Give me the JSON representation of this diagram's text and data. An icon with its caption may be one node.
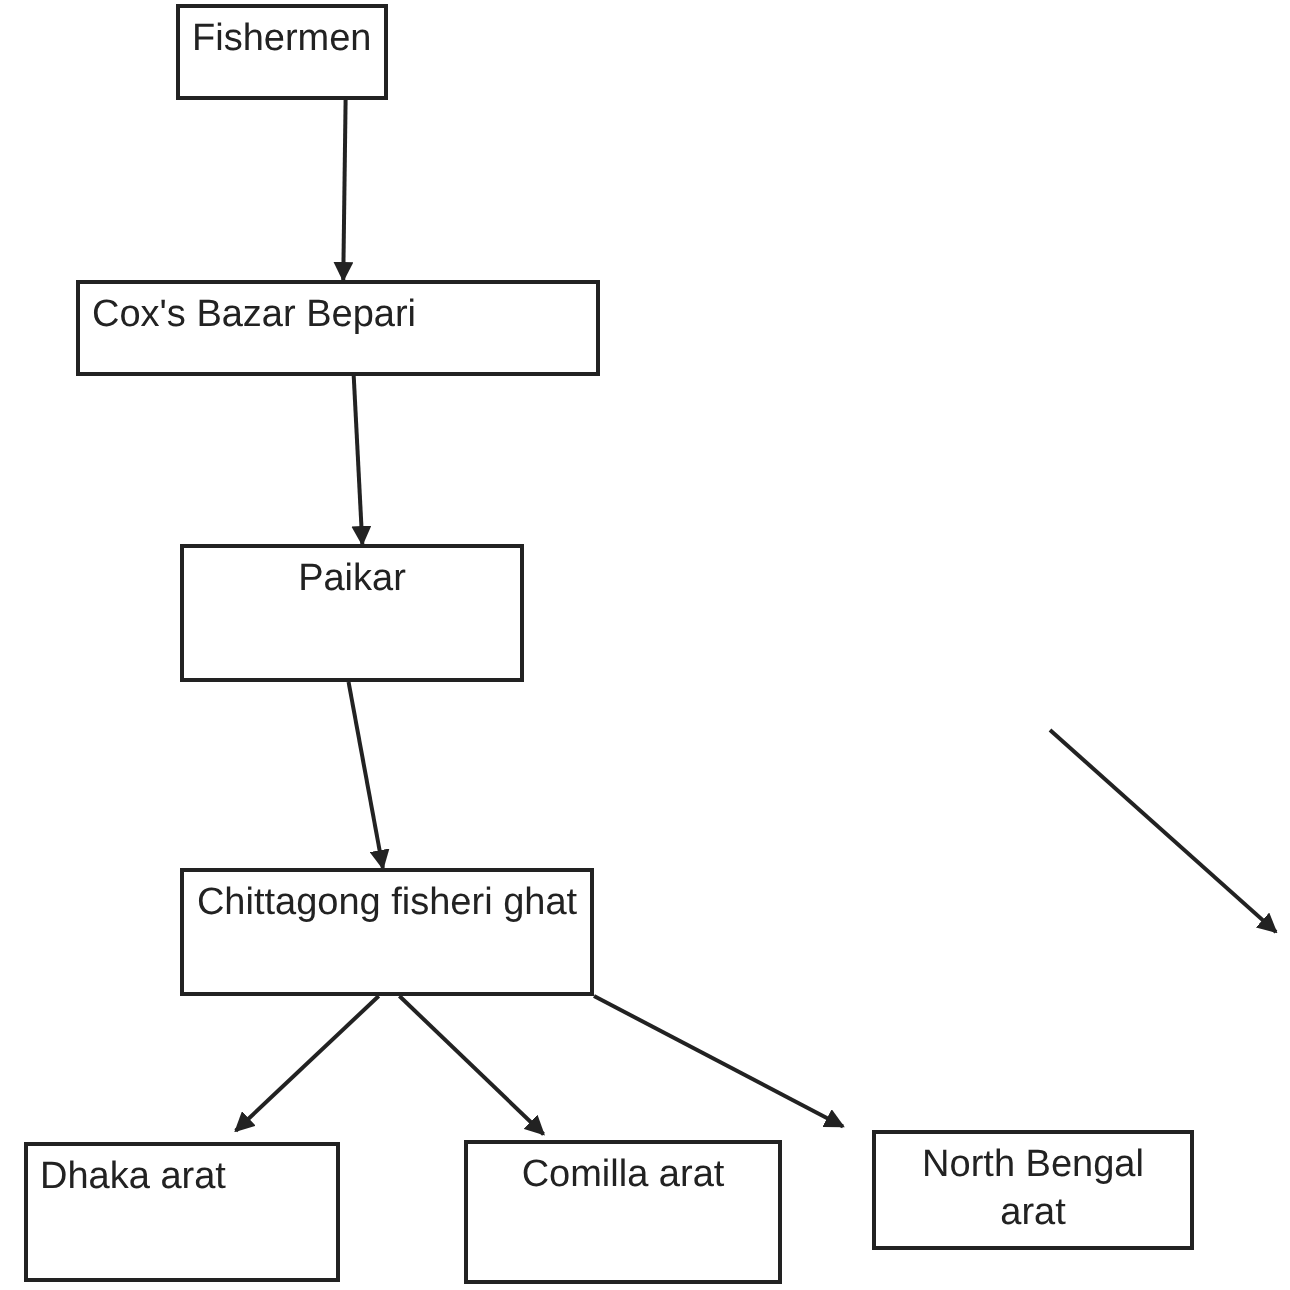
{
  "diagram": {
    "nodes": [
      {
        "text": [
          "Fishermen"
        ]
      },
      {
        "text": [
          "Cox's Bazar Bepari"
        ]
      },
      {
        "text": [
          "Paikar"
        ]
      },
      {
        "text": [
          "Chittagong fisheri ghat"
        ]
      },
      {
        "text": [
          "Dhaka arat"
        ]
      },
      {
        "text": [
          "Comilla arat"
        ]
      },
      {
        "text": [
          "North Bengal arat"
        ]
      }
    ],
    "edges": [
      {
        "from": 0,
        "to": 1,
        "arrow": "to"
      },
      {
        "from": 1,
        "to": 2,
        "arrow": "to"
      },
      {
        "from": 2,
        "to": 3,
        "arrow": "to"
      },
      {
        "from": 3,
        "to": 4,
        "arrow": "to"
      },
      {
        "from": 3,
        "to": 5,
        "arrow": "to"
      },
      {
        "from": 3,
        "to": 6,
        "arrow": "to"
      }
    ]
  }
}
